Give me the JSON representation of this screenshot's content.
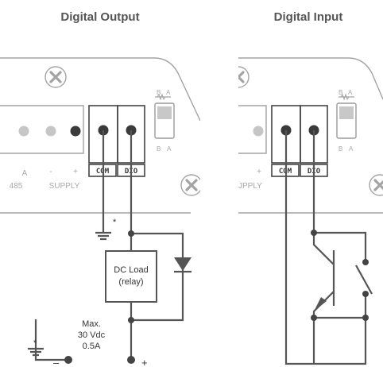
{
  "output_panel": {
    "title": "Digital Output",
    "labels": {
      "rs485_a": "A",
      "rs485_num": "485",
      "supply_minus": "-",
      "supply_plus": "+",
      "supply": "SUPPLY",
      "com": "COM",
      "dio": "DIO",
      "switch_top_b": "B",
      "switch_top_a": "A",
      "switch_bottom_b": "B",
      "switch_bottom_a": "A"
    },
    "ground_mark": "*",
    "load_line1": "DC Load",
    "load_line2": "(relay)",
    "supply_note": [
      "Max.",
      "30 Vdc",
      "0.5A"
    ],
    "minus": "–",
    "plus": "+"
  },
  "input_panel": {
    "title": "Digital Input",
    "labels": {
      "supply_plus": "+",
      "supply_partial": "JPPLY",
      "com": "COM",
      "dio": "DIO",
      "switch_top_b": "B",
      "switch_top_a": "A",
      "switch_bottom_b": "B",
      "switch_bottom_a": "A"
    }
  },
  "colors": {
    "title_gray": "#555555",
    "outline_gray": "#a3a3a3",
    "light_dot": "#c6c6c6",
    "dark_dot": "#3a3a3a",
    "wire": "#555555"
  }
}
